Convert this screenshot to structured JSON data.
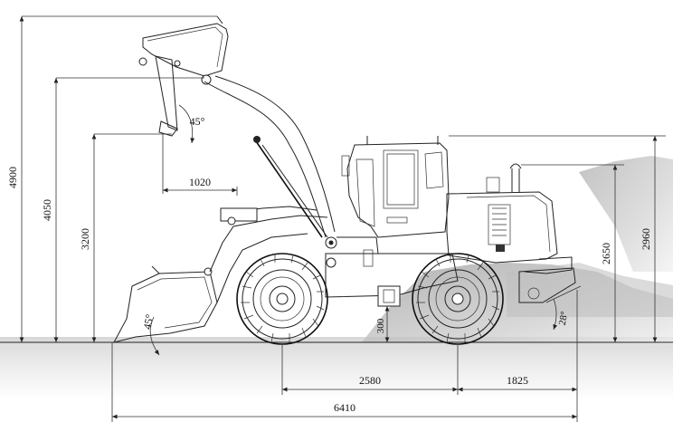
{
  "dimensions": {
    "max_height": "4900",
    "hinge_height": "4050",
    "dump_clearance": "3200",
    "dump_reach": "1020",
    "dump_angle": "45°",
    "rollback_angle": "45°",
    "wheelbase": "2580",
    "rear_overhang": "1825",
    "overall_length": "6410",
    "ground_clearance": "300",
    "exhaust_height": "2650",
    "cab_height": "2960",
    "departure_angle": "28°"
  }
}
